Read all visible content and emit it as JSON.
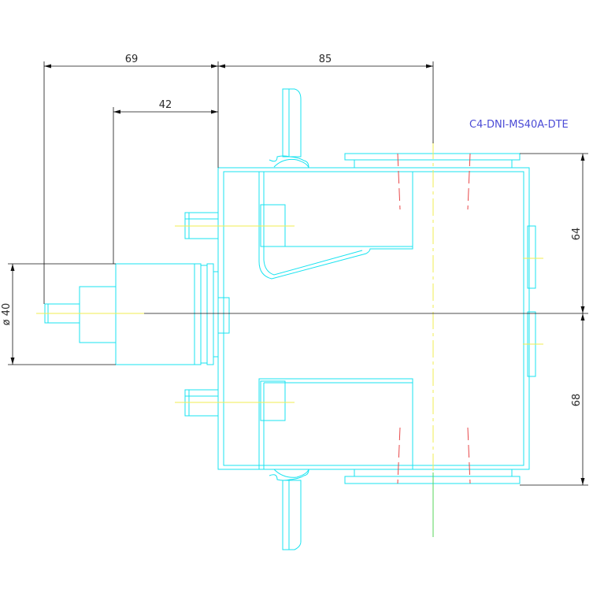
{
  "model_code": "C4-DNI-MS40A-DTE",
  "dimensions": {
    "top_left": "69",
    "top_right": "85",
    "inner_left": "42",
    "diameter": "ø 40",
    "right_upper": "64",
    "right_lower": "68"
  },
  "colors": {
    "outline": "#19e3f0",
    "dimension": "#111111",
    "centerline_yellow": "#f2ee52",
    "centerline_green": "#56d65a",
    "hidden_red": "#e8484a",
    "model_text": "#4b4bd6",
    "background": "#ffffff"
  }
}
